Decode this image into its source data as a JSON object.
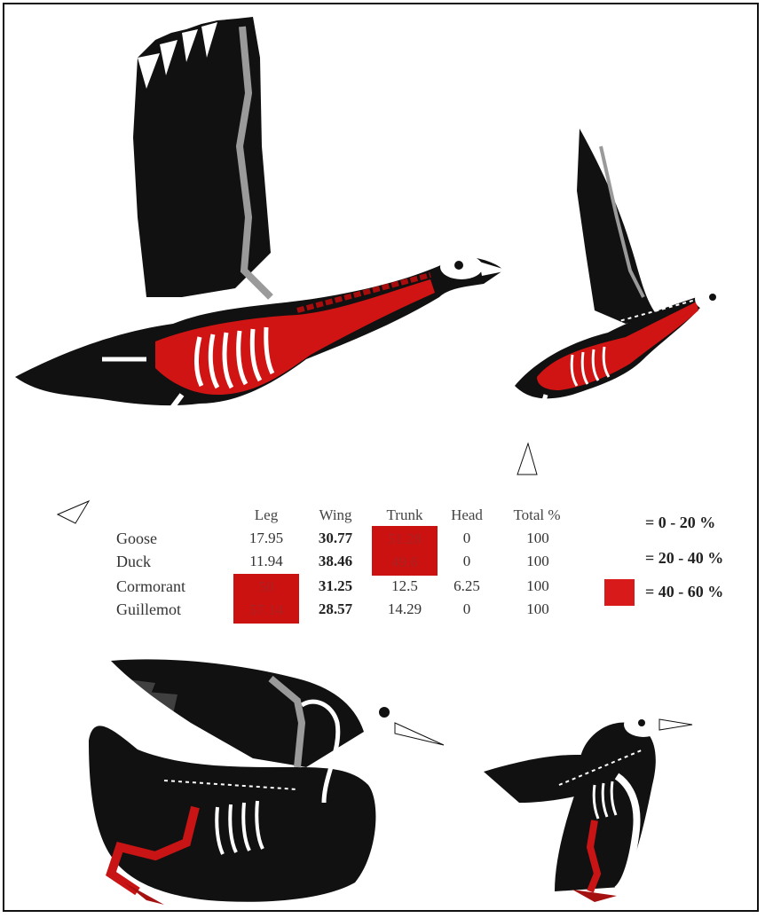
{
  "table": {
    "headers": [
      "Leg",
      "Wing",
      "Trunk",
      "Head",
      "Total %"
    ],
    "rows": [
      {
        "name": "Goose",
        "values": [
          "17.95",
          "30.77",
          "51.28",
          "0",
          "100"
        ]
      },
      {
        "name": "Duck",
        "values": [
          "11.94",
          "38.46",
          "49.6",
          "0",
          "100"
        ]
      },
      {
        "name": "Cormorant",
        "values": [
          "50",
          "31.25",
          "12.5",
          "6.25",
          "100"
        ]
      },
      {
        "name": "Guillemot",
        "values": [
          "57.14",
          "28.57",
          "14.29",
          "0",
          "100"
        ]
      }
    ]
  },
  "legend": [
    {
      "label": "= 0 - 20 %",
      "color": "#ffffff"
    },
    {
      "label": "= 20 - 40 %",
      "color": "#ffffff"
    },
    {
      "label": "= 40 - 60 %",
      "color": "#d91a1a"
    }
  ],
  "colors": {
    "bird": "#111111",
    "highlight": "#d01414",
    "bone": "#ffffff",
    "grey_bone": "#9a9a9a"
  }
}
